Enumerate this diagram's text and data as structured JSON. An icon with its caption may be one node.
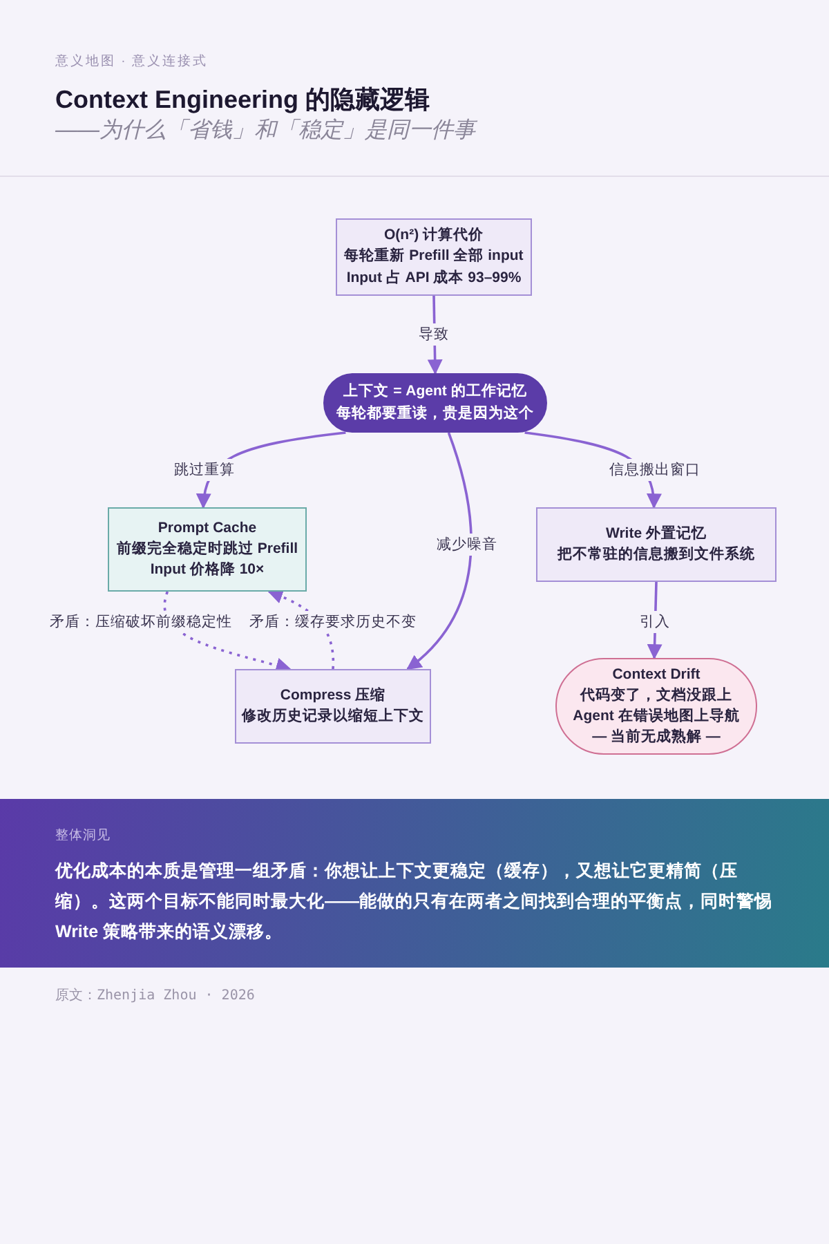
{
  "diagram": {
    "title": "Context Engineering 的隐藏逻辑",
    "nodes": [
      {
        "text": [
          "O(n²) 计算代价",
          "每轮重新 Prefill 全部 input",
          "Input 占 API 成本 93–99%"
        ]
      },
      {
        "text": [
          "上下文 = Agent 的工作记忆",
          "每轮都要重读，贵是因为这个"
        ]
      },
      {
        "text": [
          "Prompt Cache",
          "前缀完全稳定时跳过 Prefill",
          "Input 价格降 10×"
        ]
      },
      {
        "text": [
          "Write 外置记忆",
          "把不常驻的信息搬到文件系统"
        ]
      },
      {
        "text": [
          "Compress 压缩",
          "修改历史记录以缩短上下文"
        ]
      },
      {
        "text": [
          "Context Drift",
          "代码变了，文档没跟上",
          "Agent 在错误地图上导航",
          "— 当前无成熟解 —"
        ]
      },
      {
        "text": [
          "整体洞见",
          "优化成本的本质是管理一组矛盾：你想让上下文更稳定（缓存），又想让它更精简（压缩）。这两个目标不能同时最大化——能做的只有在两者之间找到合理的平衡点，同时警惕 Write 策略带来的语义漂移。"
        ]
      }
    ],
    "edges": [
      {
        "from": 0,
        "to": 1,
        "arrow": "to",
        "label": "导致"
      },
      {
        "from": 1,
        "to": 2,
        "arrow": "to",
        "label": "跳过重算"
      },
      {
        "from": 1,
        "to": 3,
        "arrow": "to",
        "label": "信息搬出窗口"
      },
      {
        "from": 1,
        "to": 4,
        "arrow": "to",
        "label": "减少噪音"
      },
      {
        "from": 2,
        "to": 4,
        "arrow": "to",
        "label": "矛盾：压缩破坏前缀稳定性",
        "style": "dashed"
      },
      {
        "from": 4,
        "to": 2,
        "arrow": "to",
        "label": "矛盾：缓存要求历史不变",
        "style": "dashed"
      },
      {
        "from": 3,
        "to": 5,
        "arrow": "to",
        "label": "引入"
      }
    ],
    "labels": [
      "意义地图 · 意义连接式",
      "——为什么「省钱」和「稳定」是同一件事",
      "原文：Zhenjia Zhou · 2026"
    ]
  }
}
